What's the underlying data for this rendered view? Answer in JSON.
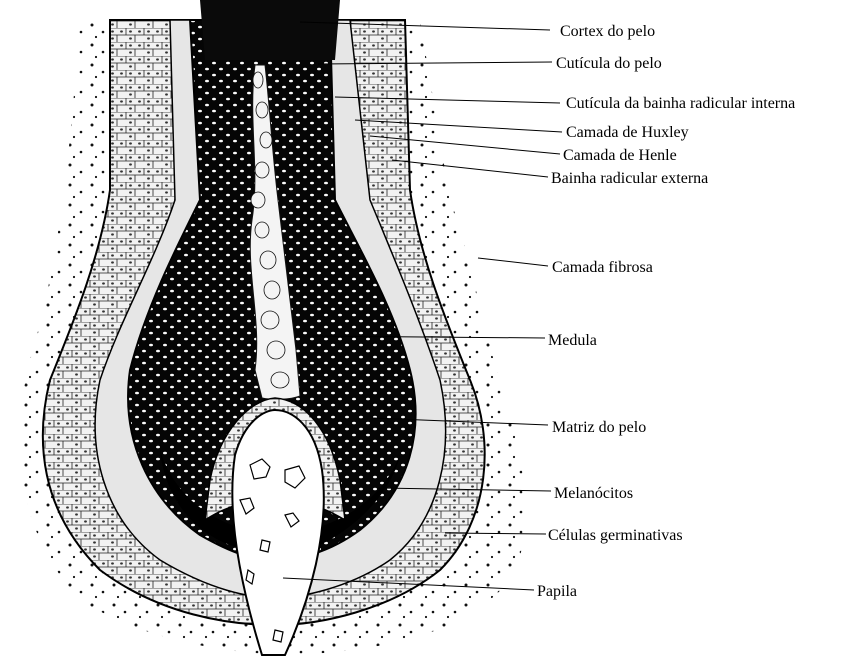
{
  "labels": {
    "cortex": "Cortex do pelo",
    "cuticula_pelo": "Cutícula do pelo",
    "cuticula_bainha": "Cutícula da bainha radicular interna",
    "huxley": "Camada de Huxley",
    "henle": "Camada de Henle",
    "bainha_externa": "Bainha radicular externa",
    "fibrosa": "Camada fibrosa",
    "medula": "Medula",
    "matriz": "Matriz do pelo",
    "melanocitos": "Melanócitos",
    "germinativas": "Células germinativas",
    "papila": "Papila"
  },
  "colors": {
    "ink": "#000000",
    "background": "#ffffff",
    "cell_fill": "#f2f2f2",
    "pale_layer": "#e6e6e6"
  }
}
